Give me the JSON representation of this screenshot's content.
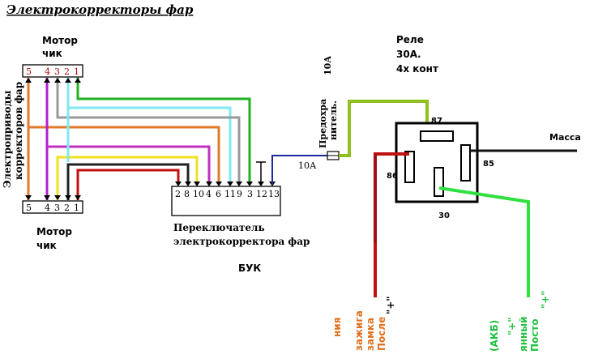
{
  "title": "Электрокорректоры фар",
  "motor_top": {
    "line1": "Мотор",
    "line2": "чик",
    "pins": [
      "5",
      "4",
      "3",
      "2",
      "1"
    ]
  },
  "motor_bottom": {
    "line1": "Мотор",
    "line2": "чик",
    "pins": [
      "5",
      "4",
      "3",
      "2",
      "1"
    ]
  },
  "side_label": {
    "line1": "Электроприводы",
    "line2": "корректоров фар"
  },
  "switch": {
    "pins": [
      "2",
      "8",
      "10",
      "4",
      "6",
      "11",
      "9",
      "3",
      "12",
      "13"
    ],
    "line1": "Переключатель",
    "line2": "электрокорректора фар"
  },
  "buk_label": "БУК",
  "fuse": {
    "rating_top": "10А",
    "line1": "Предохра",
    "line2": "нитель.",
    "rating_wire": "10А"
  },
  "relay": {
    "line1": "Реле",
    "line2": "30А.",
    "line3": "4х конт",
    "pin_87": "87",
    "pin_86": "86",
    "pin_85": "85",
    "pin_30": "30"
  },
  "ground_label": "Масса",
  "ignition": {
    "plus": "\"+\"",
    "line1": "После",
    "line2": "замка",
    "line3": "зажига",
    "line4": "ния"
  },
  "battery": {
    "plus": "\"+\"",
    "line1": "Посто",
    "line2": "янный",
    "line3": "\"+\"",
    "line4": "(АКБ)"
  },
  "colors": {
    "orange": "#e07a2a",
    "purple": "#b020d0",
    "cyan": "#7fe8f0",
    "green": "#22b022",
    "magenta": "#c030c0",
    "yellow": "#f0e020",
    "black": "#222222",
    "red": "#c01010",
    "lime": "#90c020",
    "navy": "#1a2aa0",
    "bright_green": "#30e040",
    "text_orange": "#e07020",
    "text_green": "#22c040"
  }
}
